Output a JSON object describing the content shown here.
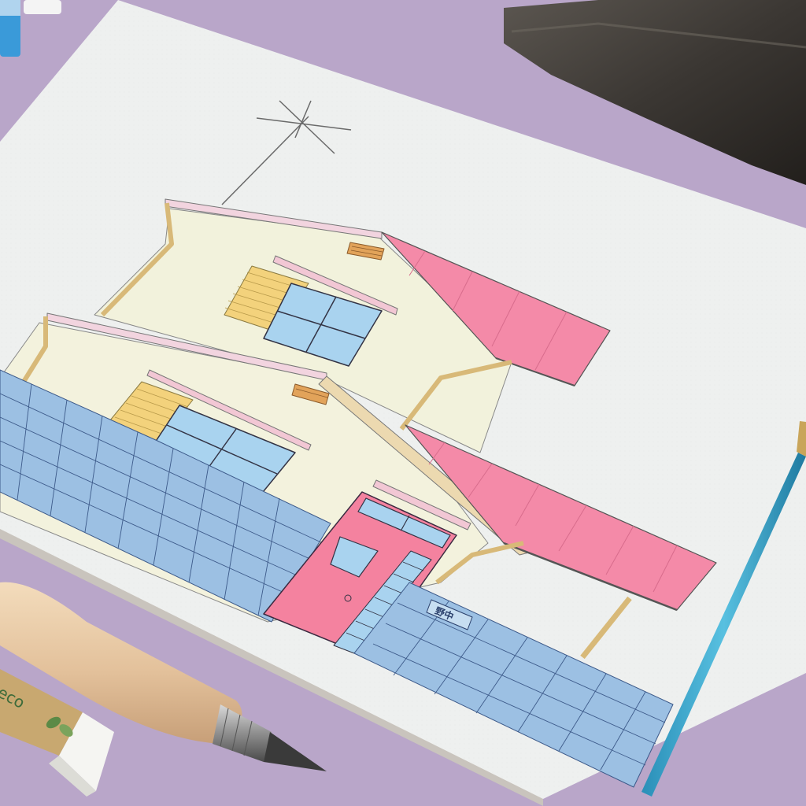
{
  "scene": {
    "description_kind": "photo-of-drawing",
    "colors": {
      "table": "#b9a6c9",
      "paper": "#eef0ef",
      "wall": "#f2f2dc",
      "roof_pink": "#f48aa8",
      "fence_blue": "#9cc0e3",
      "window_blue": "#a9d3ef",
      "shutter_yellow": "#f3d27c",
      "gutter_tan": "#d8b978",
      "brush_handle": "#3aa3c9",
      "pencil_wood": "#e9cfae"
    }
  },
  "drawing": {
    "name_plate": "野中"
  },
  "eraser": {
    "label": "eco"
  }
}
